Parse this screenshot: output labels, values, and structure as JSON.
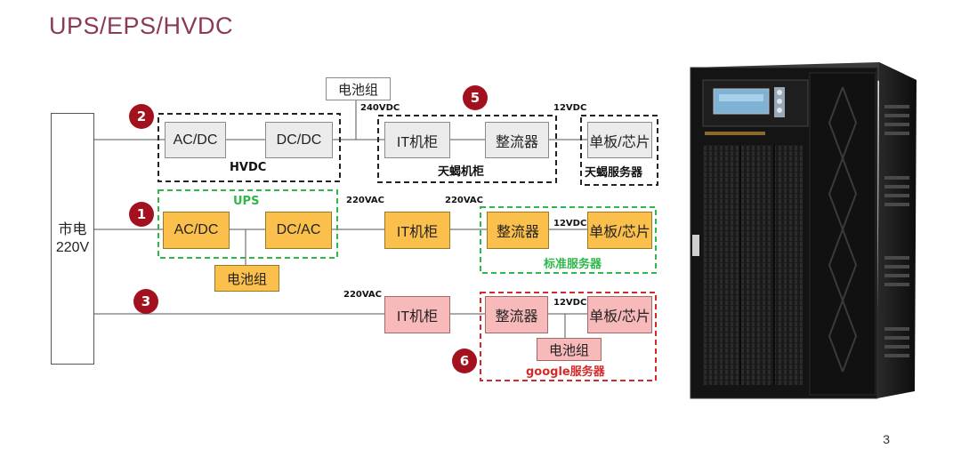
{
  "title": "UPS/EPS/HVDC",
  "page_number": "3",
  "mains": {
    "line1": "市电",
    "line2": "220V"
  },
  "markers": [
    "2",
    "1",
    "3",
    "5",
    "6"
  ],
  "row_hvdc": {
    "battery": "电池组",
    "voltage_240": "240VDC",
    "voltage_12": "12VDC",
    "ac_dc": "AC/DC",
    "dc_dc": "DC/DC",
    "group_hvdc": "HVDC",
    "it_cabinet": "IT机柜",
    "rectifier": "整流器",
    "group_cabinet": "天蝎机柜",
    "board": "单板/芯片",
    "group_server": "天蝎服务器"
  },
  "row_ups": {
    "group_ups": "UPS",
    "ac_dc": "AC/DC",
    "dc_ac": "DC/AC",
    "battery": "电池组",
    "voltage_220a": "220VAC",
    "voltage_220b": "220VAC",
    "it_cabinet": "IT机柜",
    "rectifier": "整流器",
    "voltage_12": "12VDC",
    "board": "单板/芯片",
    "group_server": "标准服务器"
  },
  "row_google": {
    "voltage_220": "220VAC",
    "it_cabinet": "IT机柜",
    "rectifier": "整流器",
    "voltage_12": "12VDC",
    "board": "单板/芯片",
    "battery": "电池组",
    "group_server": "google服务器"
  },
  "colors": {
    "title": "#8c3a52",
    "marker": "#a3111e",
    "ups_green": "#2fb84a",
    "google_red": "#d62a2a"
  }
}
